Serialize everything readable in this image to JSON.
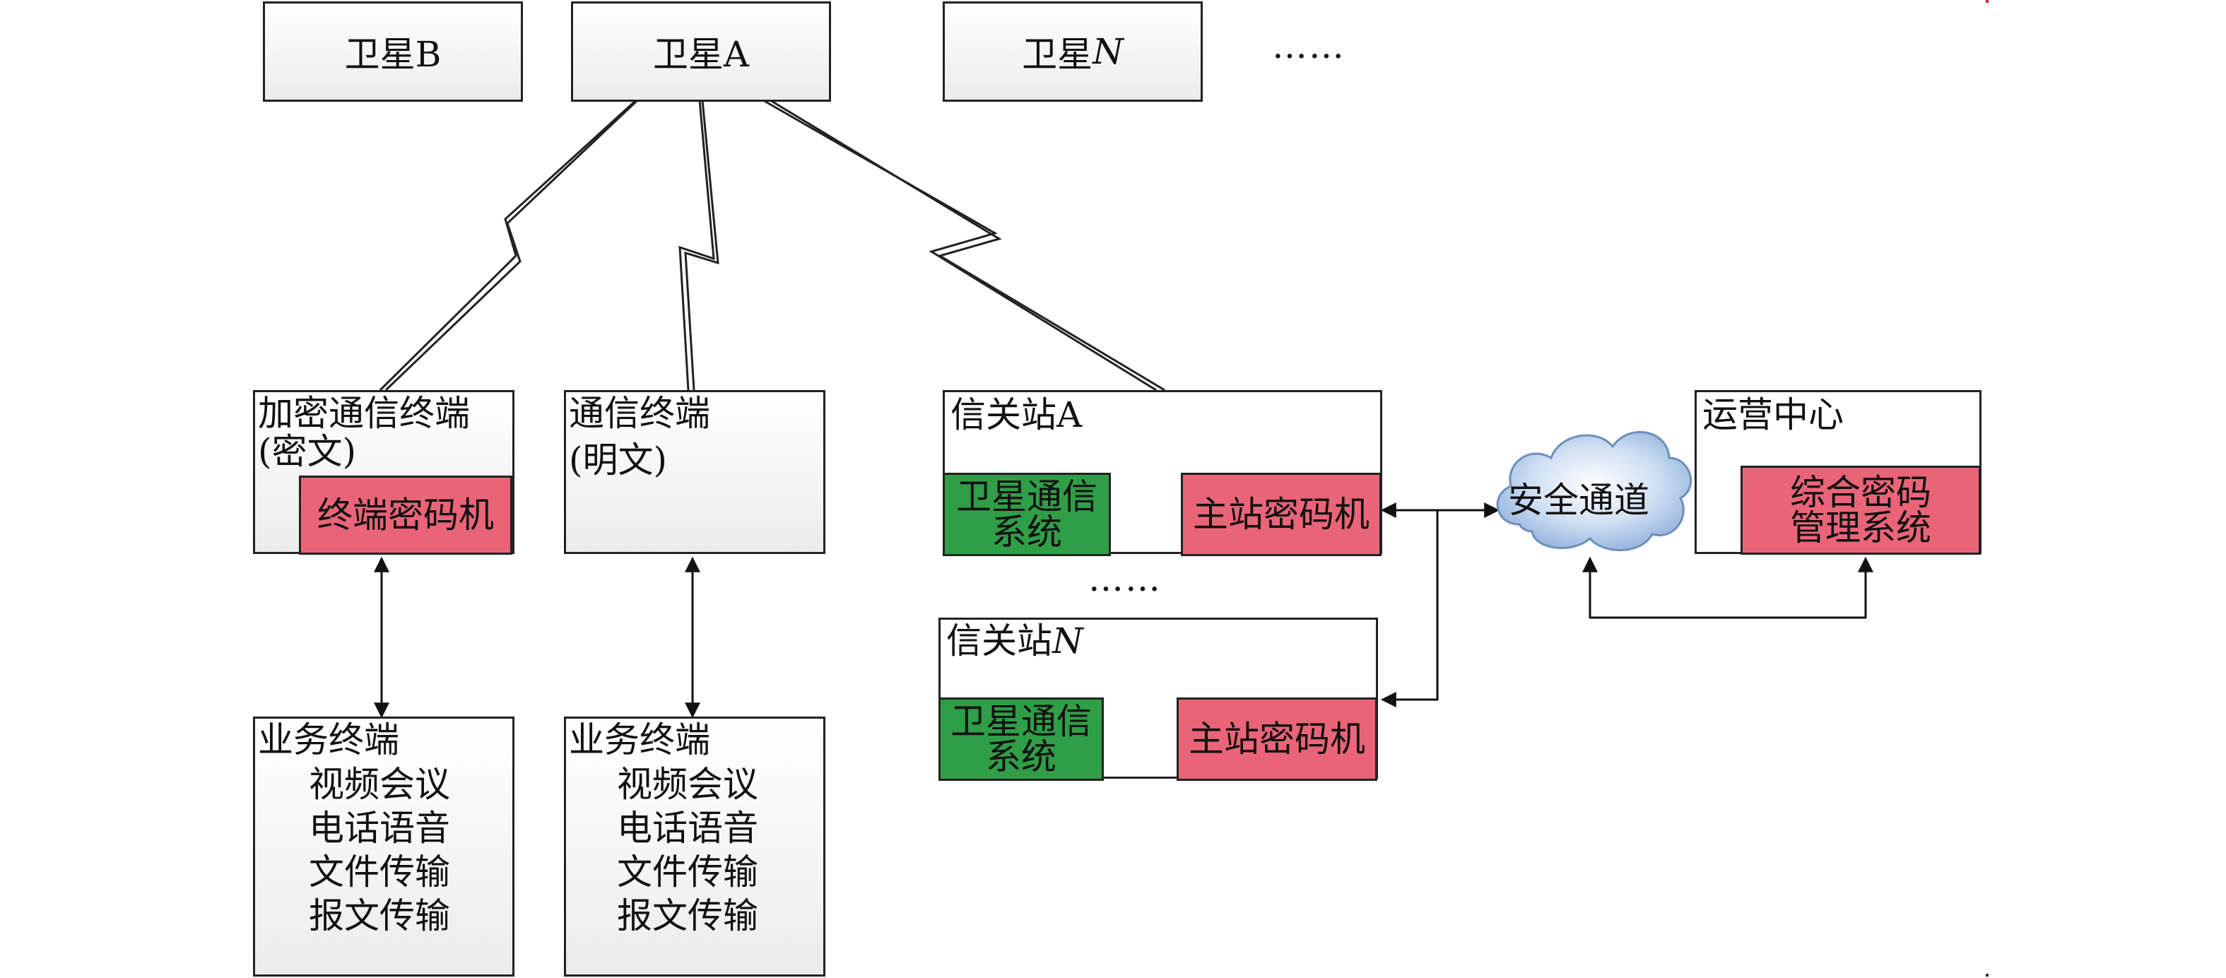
{
  "satellites": [
    {
      "id": "b",
      "label": "卫星B"
    },
    {
      "id": "a",
      "label": "卫星A"
    },
    {
      "id": "n_prefix",
      "label": "卫星"
    },
    {
      "id": "n_suffix",
      "label": "N"
    }
  ],
  "satellite_ellipsis": "……",
  "encrypted_terminal": {
    "title_line1": "加密通信终端",
    "title_line2": "(密文)",
    "crypto": "终端密码机"
  },
  "plain_terminal": {
    "title_line1": "通信终端",
    "title_line2": "(明文)"
  },
  "business_terminal_left": {
    "title": "业务终端",
    "services": [
      "视频会议",
      "电话语音",
      "文件传输",
      "报文传输"
    ]
  },
  "business_terminal_right": {
    "title": "业务终端",
    "services": [
      "视频会议",
      "电话语音",
      "文件传输",
      "报文传输"
    ]
  },
  "gateway_a": {
    "title": "信关站A",
    "sat_system_line1": "卫星通信",
    "sat_system_line2": "系统",
    "crypto": "主站密码机"
  },
  "gateway_ellipsis": "……",
  "gateway_n": {
    "title_prefix": "信关站",
    "title_suffix": "N",
    "sat_system_line1": "卫星通信",
    "sat_system_line2": "系统",
    "crypto": "主站密码机"
  },
  "secure_channel": "安全通道",
  "ops_center": {
    "title": "运营中心",
    "system_line1": "综合密码",
    "system_line2": "管理系统"
  },
  "colors": {
    "crypto_red": "#ea6478",
    "system_green": "#2f9e47",
    "cloud_blue": "#a9c3e6"
  }
}
